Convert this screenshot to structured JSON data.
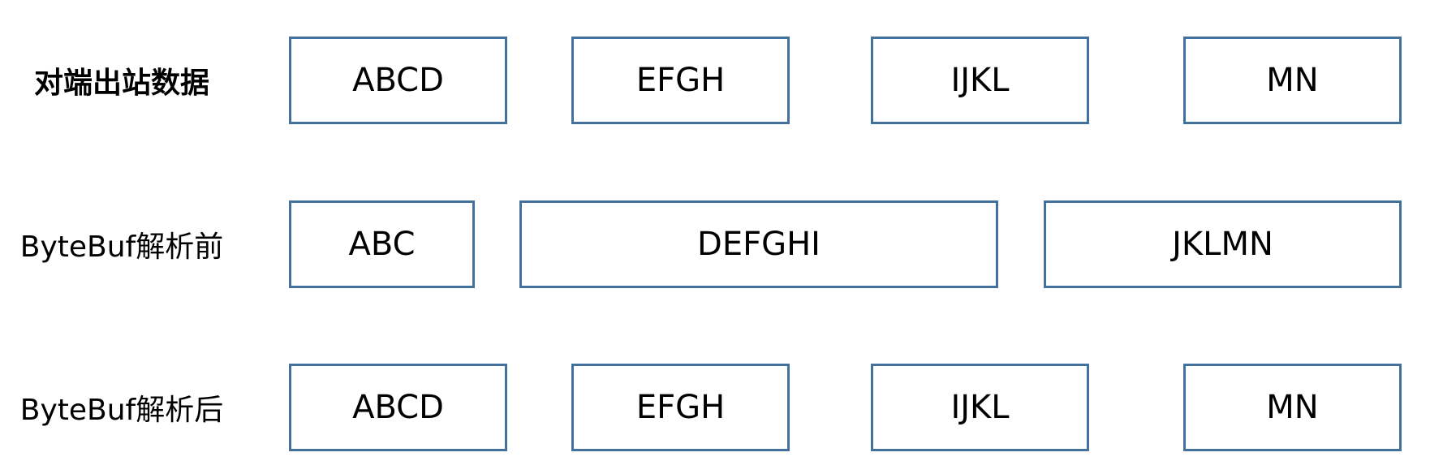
{
  "diagram": {
    "rows": [
      {
        "label": "对端出站数据",
        "boxes": [
          "ABCD",
          "EFGH",
          "IJKL",
          "MN"
        ]
      },
      {
        "label": "ByteBuf解析前",
        "boxes": [
          "ABC",
          "DEFGHI",
          "JKLMN"
        ]
      },
      {
        "label": "ByteBuf解析后",
        "boxes": [
          "ABCD",
          "EFGH",
          "IJKL",
          "MN"
        ]
      }
    ],
    "colors": {
      "box_border": "#41719c",
      "box_fill": "#ffffff",
      "text": "#000000"
    }
  }
}
